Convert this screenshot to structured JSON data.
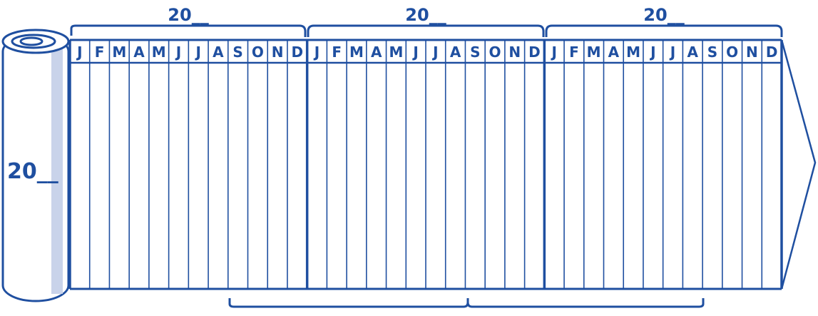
{
  "colors": {
    "ink": "#1f4fa0",
    "paper": "#ffffff",
    "roll_shade": "#c9d3ea"
  },
  "roll": {
    "label": "20__"
  },
  "year_headers": [
    "20__",
    "20__",
    "20__"
  ],
  "months": [
    "J",
    "F",
    "M",
    "A",
    "M",
    "J",
    "J",
    "A",
    "S",
    "O",
    "N",
    "D"
  ]
}
